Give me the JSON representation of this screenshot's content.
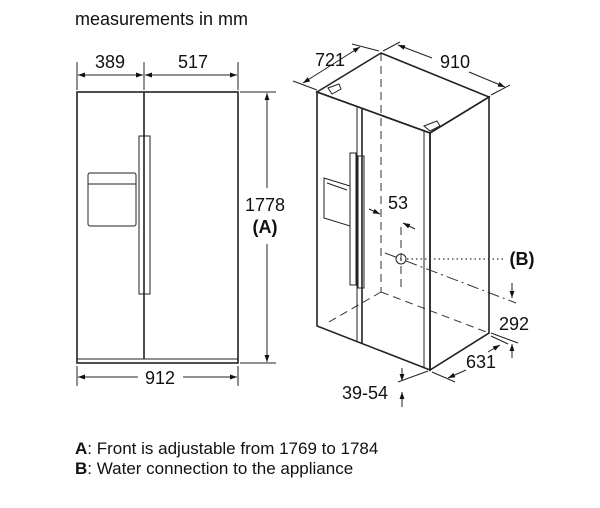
{
  "title": "measurements in mm",
  "front_view": {
    "width_left": "389",
    "width_right": "517",
    "height": "1778",
    "height_ref": "(A)",
    "total_width": "912"
  },
  "iso_view": {
    "depth_top": "721",
    "width_top": "910",
    "water_offset": "53",
    "water_label": "(B)",
    "water_height": "292",
    "depth_bottom": "631",
    "feet": "39-54"
  },
  "notes": [
    {
      "key": "A",
      "text": ": Front is adjustable from 1769 to 1784"
    },
    {
      "key": "B",
      "text": ": Water connection to the appliance"
    }
  ]
}
